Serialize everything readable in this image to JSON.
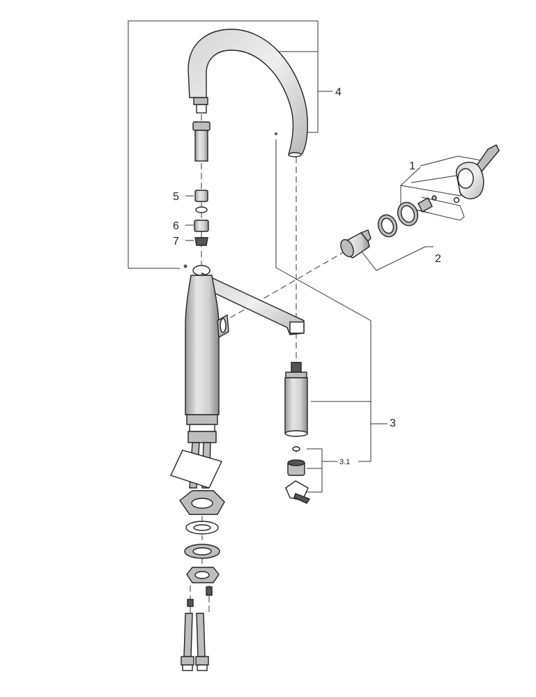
{
  "callouts": {
    "c1": "1",
    "c2": "2",
    "c3": "3",
    "c31": "3.1",
    "c4": "4",
    "c5": "5",
    "c6": "6",
    "c7": "7"
  },
  "colors": {
    "line": "#333333",
    "part_fill": "#bdbdbd",
    "background": "#ffffff"
  }
}
